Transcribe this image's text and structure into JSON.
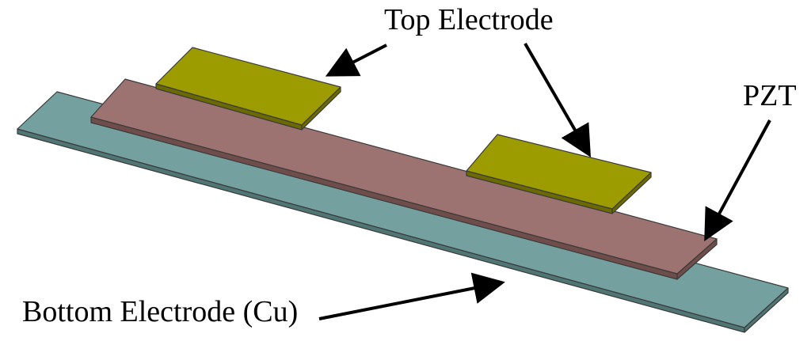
{
  "labels": {
    "top_electrode": "Top Electrode",
    "pzt": "PZT",
    "bottom_electrode": "Bottom Electrode (Cu)"
  },
  "colors": {
    "bottom_electrode_top": "#74a1a0",
    "bottom_electrode_side": "#4f7574",
    "pzt_top": "#9d7371",
    "pzt_side": "#6e4d4b",
    "top_electrode_top": "#9c9b00",
    "top_electrode_side": "#6b6a00",
    "arrow": "#000000"
  }
}
